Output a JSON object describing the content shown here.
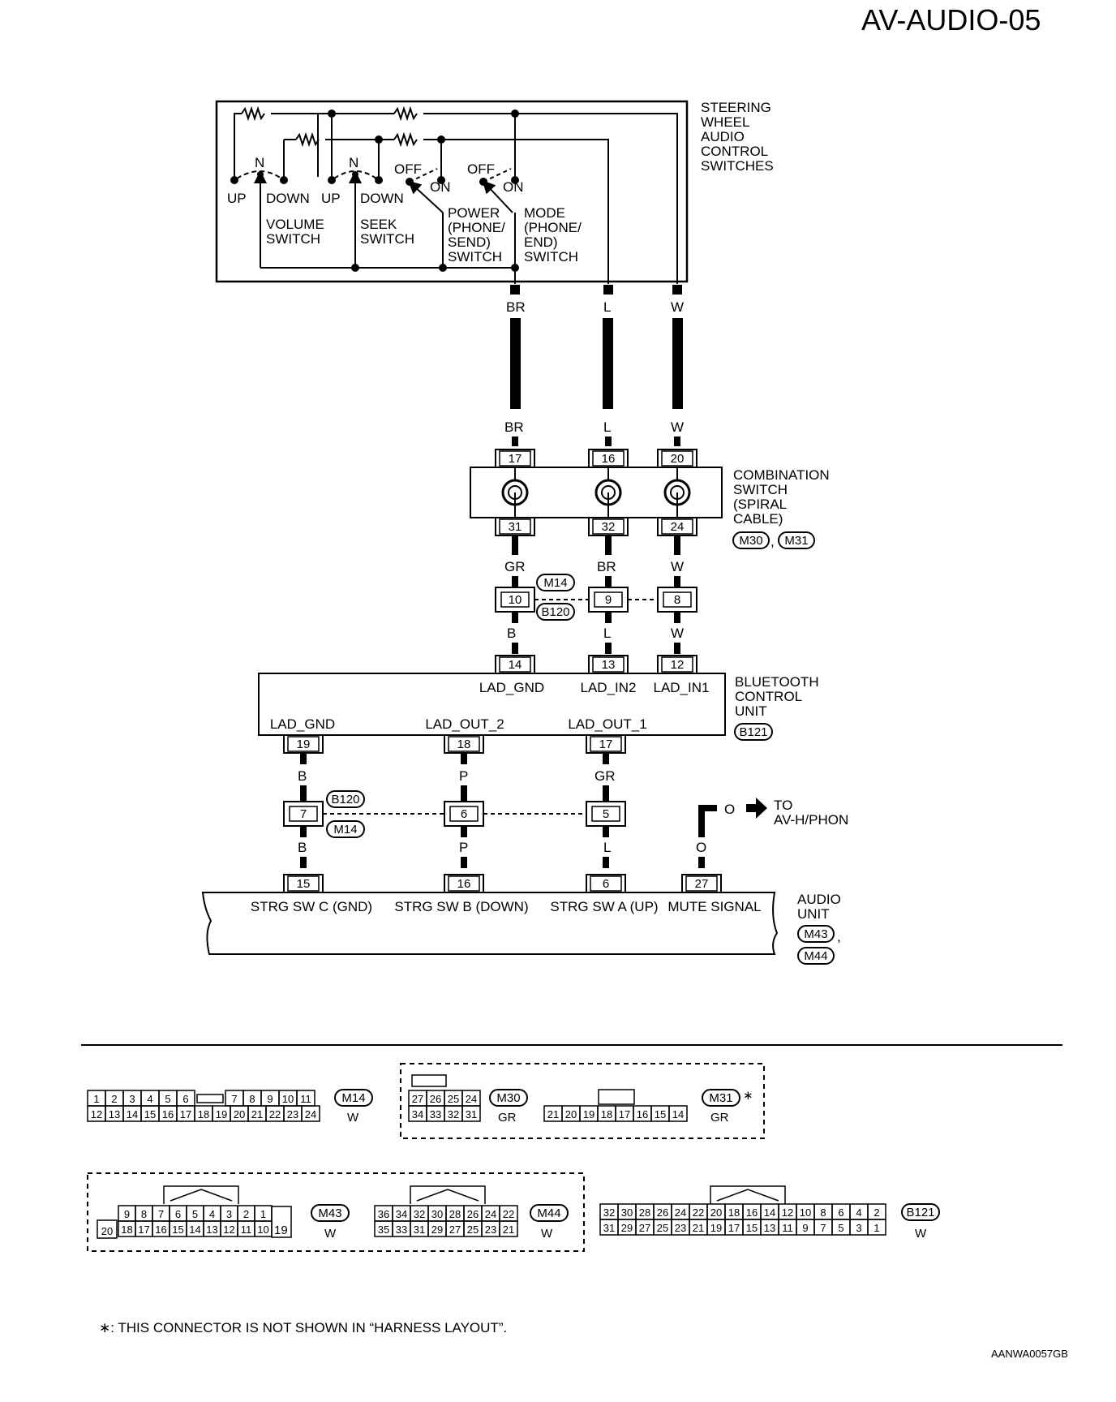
{
  "page": {
    "title": "AV-AUDIO-05",
    "figure_code": "AANWA0057GB",
    "footnote": "∗: THIS CONNECTOR IS NOT SHOWN IN “HARNESS LAYOUT”."
  },
  "steering_switches": {
    "name_lines": [
      "STEERING",
      "WHEEL",
      "AUDIO",
      "CONTROL",
      "SWITCHES"
    ],
    "volume": {
      "n": "N",
      "up": "UP",
      "down": "DOWN",
      "name_lines": [
        "VOLUME",
        "SWITCH"
      ]
    },
    "seek": {
      "n": "N",
      "up": "UP",
      "down": "DOWN",
      "name_lines": [
        "SEEK",
        "SWITCH"
      ]
    },
    "power": {
      "off": "OFF",
      "on": "ON",
      "name_lines": [
        "POWER",
        "(PHONE/",
        "SEND)",
        "SWITCH"
      ]
    },
    "mode": {
      "off": "OFF",
      "on": "ON",
      "name_lines": [
        "MODE",
        "(PHONE/",
        "END)",
        "SWITCH"
      ]
    }
  },
  "wires": {
    "w1": "BR",
    "w2": "L",
    "w3": "W",
    "w1b": "BR",
    "w2b": "L",
    "w3b": "W",
    "w4": "GR",
    "w5": "BR",
    "w6": "W",
    "w7": "B",
    "w8": "L",
    "w9": "W",
    "w10": "B",
    "w11": "P",
    "w12": "GR",
    "w13": "B",
    "w14": "P",
    "w15": "L",
    "w16": "O",
    "w16b": "O"
  },
  "combination_switch": {
    "name_lines": [
      "COMBINATION",
      "SWITCH",
      "(SPIRAL",
      "CABLE)"
    ],
    "pins_top": [
      "17",
      "16",
      "20"
    ],
    "pins_bottom": [
      "31",
      "32",
      "24"
    ],
    "conn_a": "M30",
    "conn_b": "M31",
    "sep": ","
  },
  "junction_1": {
    "pins": [
      "10",
      "9",
      "8"
    ],
    "conn_a": "M14",
    "conn_b": "B120"
  },
  "bluetooth_unit": {
    "name_lines": [
      "BLUETOOTH",
      "CONTROL",
      "UNIT"
    ],
    "conn": "B121",
    "pins_top": [
      "14",
      "13",
      "12"
    ],
    "labels_top": [
      "LAD_GND",
      "LAD_IN2",
      "LAD_IN1"
    ],
    "pins_bottom": [
      "19",
      "18",
      "17"
    ],
    "labels_bottom": [
      "LAD_GND",
      "LAD_OUT_2",
      "LAD_OUT_1"
    ]
  },
  "junction_2": {
    "pins": [
      "7",
      "6",
      "5"
    ],
    "conn_a": "B120",
    "conn_b": "M14"
  },
  "to_label_lines": [
    "TO",
    "AV-H/PHON"
  ],
  "audio_unit": {
    "name_lines": [
      "AUDIO",
      "UNIT"
    ],
    "conn_a": "M43",
    "conn_b": "M44",
    "sep": ",",
    "pins": [
      "15",
      "16",
      "6",
      "27"
    ],
    "labels": [
      "STRG SW C (GND)",
      "STRG SW B (DOWN)",
      "STRG SW A (UP)",
      "MUTE SIGNAL"
    ]
  },
  "connector_views": {
    "m14": {
      "name": "M14",
      "color": "W",
      "top": [
        "1",
        "2",
        "3",
        "4",
        "5",
        "6",
        "",
        "7",
        "8",
        "9",
        "10",
        "11"
      ],
      "bottom": [
        "12",
        "13",
        "14",
        "15",
        "16",
        "17",
        "18",
        "19",
        "20",
        "21",
        "22",
        "23",
        "24"
      ]
    },
    "m30": {
      "name": "M30",
      "color": "GR",
      "top": [
        "27",
        "26",
        "25",
        "24"
      ],
      "bottom": [
        "34",
        "33",
        "32",
        "31"
      ]
    },
    "m31": {
      "name": "M31",
      "color": "GR",
      "star": "∗",
      "row": [
        "21",
        "20",
        "19",
        "18",
        "17",
        "16",
        "15",
        "14"
      ]
    },
    "m43": {
      "name": "M43",
      "color": "W",
      "left": "20",
      "right": "19",
      "top": [
        "9",
        "8",
        "7",
        "6",
        "5",
        "4",
        "3",
        "2",
        "1"
      ],
      "bottom": [
        "18",
        "17",
        "16",
        "15",
        "14",
        "13",
        "12",
        "11",
        "10"
      ]
    },
    "m44": {
      "name": "M44",
      "color": "W",
      "top": [
        "36",
        "34",
        "32",
        "30",
        "28",
        "26",
        "24",
        "22"
      ],
      "bottom": [
        "35",
        "33",
        "31",
        "29",
        "27",
        "25",
        "23",
        "21"
      ]
    },
    "b121": {
      "name": "B121",
      "color": "W",
      "top": [
        "32",
        "30",
        "28",
        "26",
        "24",
        "22",
        "20",
        "18",
        "16",
        "14",
        "12",
        "10",
        "8",
        "6",
        "4",
        "2"
      ],
      "bottom": [
        "31",
        "29",
        "27",
        "25",
        "23",
        "21",
        "19",
        "17",
        "15",
        "13",
        "11",
        "9",
        "7",
        "5",
        "3",
        "1"
      ]
    }
  }
}
